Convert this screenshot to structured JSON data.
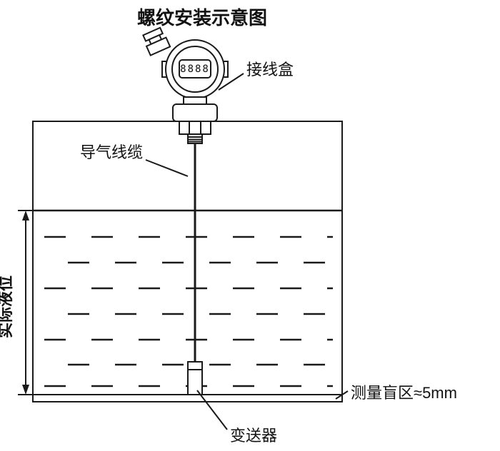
{
  "title": "螺纹安装示意图",
  "device": {
    "display_value": "8888"
  },
  "labels": {
    "junction_box": "接线盒",
    "vent_cable": "导气线缆",
    "actual_level": "实际液位",
    "blind_zone": "测量盲区≈5mm",
    "transmitter": "变送器"
  },
  "colors": {
    "line": "#1a1a1a",
    "background": "#ffffff"
  }
}
